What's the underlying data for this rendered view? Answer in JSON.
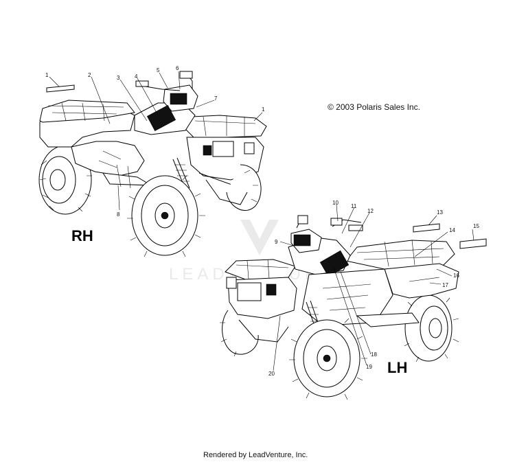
{
  "copyright": "© 2003 Polaris Sales Inc.",
  "footer": "Rendered by LeadVenture, Inc.",
  "watermark": "LEADVENTURE",
  "side_labels": {
    "rh": "RH",
    "lh": "LH"
  },
  "callouts": {
    "c1a": "1",
    "c2": "2",
    "c3": "3",
    "c4": "4",
    "c5": "5",
    "c6": "6",
    "c7": "7",
    "c1b": "1",
    "c8": "8",
    "c9": "9",
    "c10": "10",
    "c11": "11",
    "c12": "12",
    "c13": "13",
    "c14": "14",
    "c15": "15",
    "c16": "16",
    "c17": "17",
    "c18": "18",
    "c19": "19",
    "c20": "20"
  }
}
